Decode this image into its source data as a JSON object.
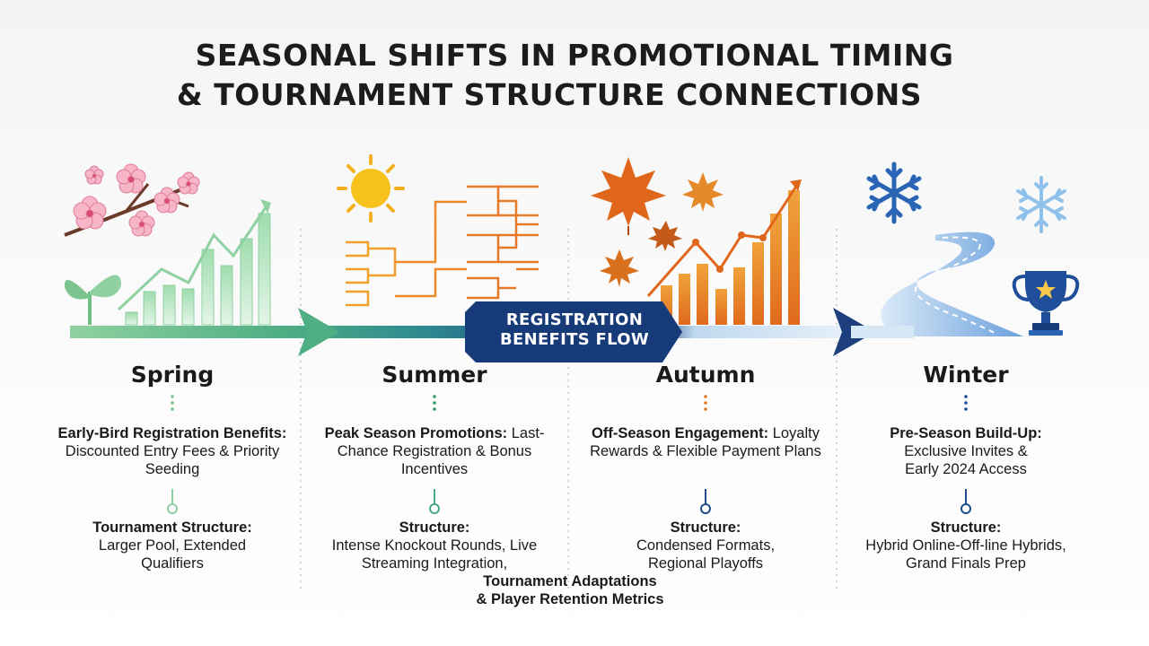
{
  "title": {
    "line1": "SEASONAL SHIFTS IN PROMOTIONAL TIMING",
    "line2": "& TOURNAMENT STRUCTURE CONNECTIONS"
  },
  "flow_label": {
    "line1": "REGISTRATION",
    "line2": "BENEFITS FLOW"
  },
  "seasons": [
    {
      "name": "Spring",
      "benefit_bold": "Early-Bird Registration Benefits:",
      "benefit_text": "Discounted Entry Fees & Priority Seeding",
      "structure_heading": "Tournament Structure:",
      "structure_text": "Larger Pool, Extended Qualifiers",
      "accent": "#7cc48f"
    },
    {
      "name": "Summer",
      "benefit_bold": "Peak Season Promotions:",
      "benefit_text": "Last-Chance Registration & Bonus Incentives",
      "structure_heading": "Structure:",
      "structure_text": "Intense Knockout Rounds, Live Streaming Integration,",
      "accent": "#e8a020"
    },
    {
      "name": "Autumn",
      "benefit_bold": "Off-Season Engagement:",
      "benefit_text": "Loyalty Rewards & Flexible Payment Plans",
      "structure_heading": "Structure:",
      "structure_text": "Condensed Formats, Regional Playoffs",
      "accent": "#e07a28"
    },
    {
      "name": "Winter",
      "benefit_bold": "Pre-Season Build-Up:",
      "benefit_text": "Exclusive Invites & Early 2024 Access",
      "structure_heading": "Structure:",
      "structure_text": "Hybrid Online-Off-line Hybrids, Grand Finals Prep",
      "accent": "#2a64b4"
    }
  ],
  "footer": {
    "line1": "Tournament Adaptations",
    "line2": "& Player Retention Metrics"
  },
  "colors": {
    "spring": "#7cc48f",
    "summer": "#f2b01e",
    "autumn": "#e07a28",
    "winter": "#1f4f9a",
    "flow_box": "#173a78"
  }
}
